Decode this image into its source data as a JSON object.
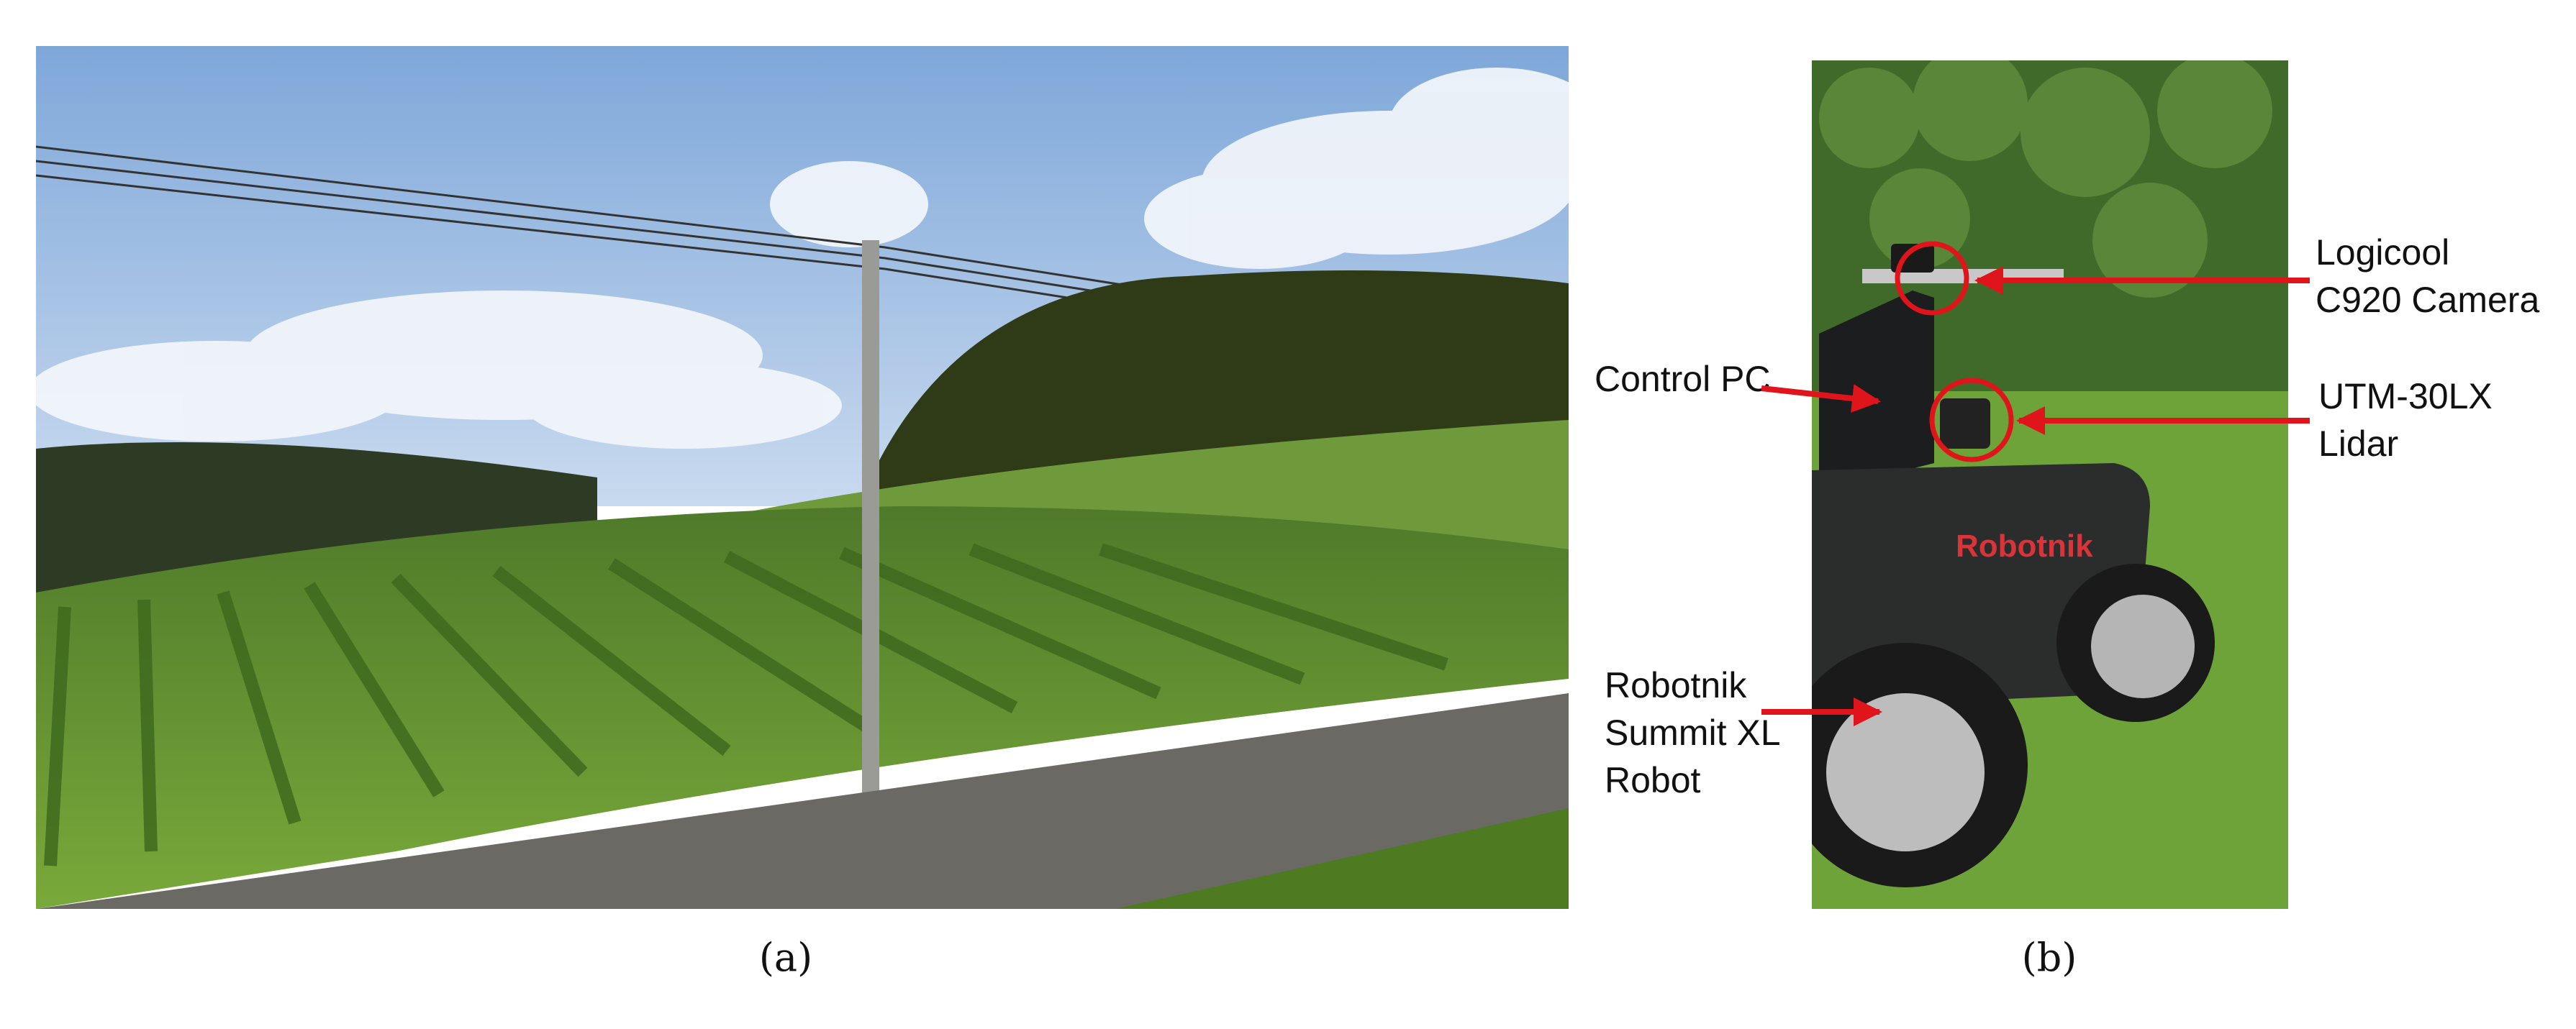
{
  "figure": {
    "panel_a": {
      "caption": "(a)"
    },
    "panel_b": {
      "caption": "(b)",
      "robot_logo": "Robotnik"
    },
    "annotations": {
      "camera": [
        "Logicool",
        "C920 Camera"
      ],
      "lidar": [
        "UTM-30LX",
        "Lidar"
      ],
      "control_pc": [
        "Control PC"
      ],
      "robot": [
        "Robotnik",
        "Summit XL",
        "Robot"
      ]
    },
    "colors": {
      "arrow": "#e0151b",
      "sky": "#8fb4de",
      "grass": "#6c9a2e",
      "forest": "#2e3a1a",
      "robot_body": "#2a2d2c"
    }
  }
}
